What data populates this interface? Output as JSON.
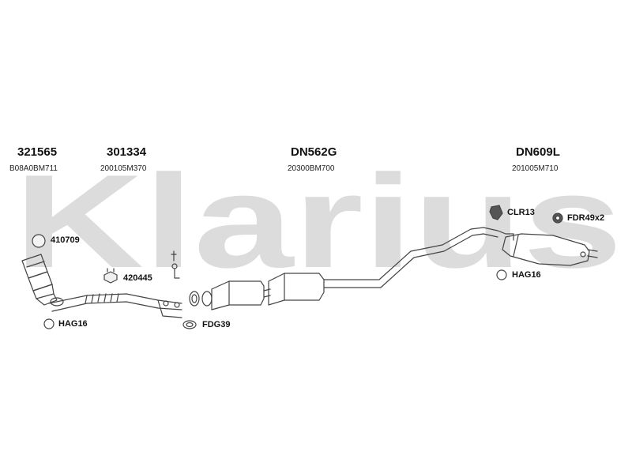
{
  "brand": {
    "watermark": "Klarius"
  },
  "parts": [
    {
      "number": "321565",
      "ref": "B08A0BM711"
    },
    {
      "number": "301334",
      "ref": "200105M370"
    },
    {
      "number": "DN562G",
      "ref": "20300BM700"
    },
    {
      "number": "DN609L",
      "ref": "201005M710"
    }
  ],
  "fittings": {
    "f410709": "410709",
    "f420445": "420445",
    "hag16_left": "HAG16",
    "fdg39": "FDG39",
    "clr13": "CLR13",
    "fdr49": "FDR49x2",
    "hag16_right": "HAG16"
  },
  "colors": {
    "watermark": "#dcdcdc",
    "line": "#444444"
  }
}
